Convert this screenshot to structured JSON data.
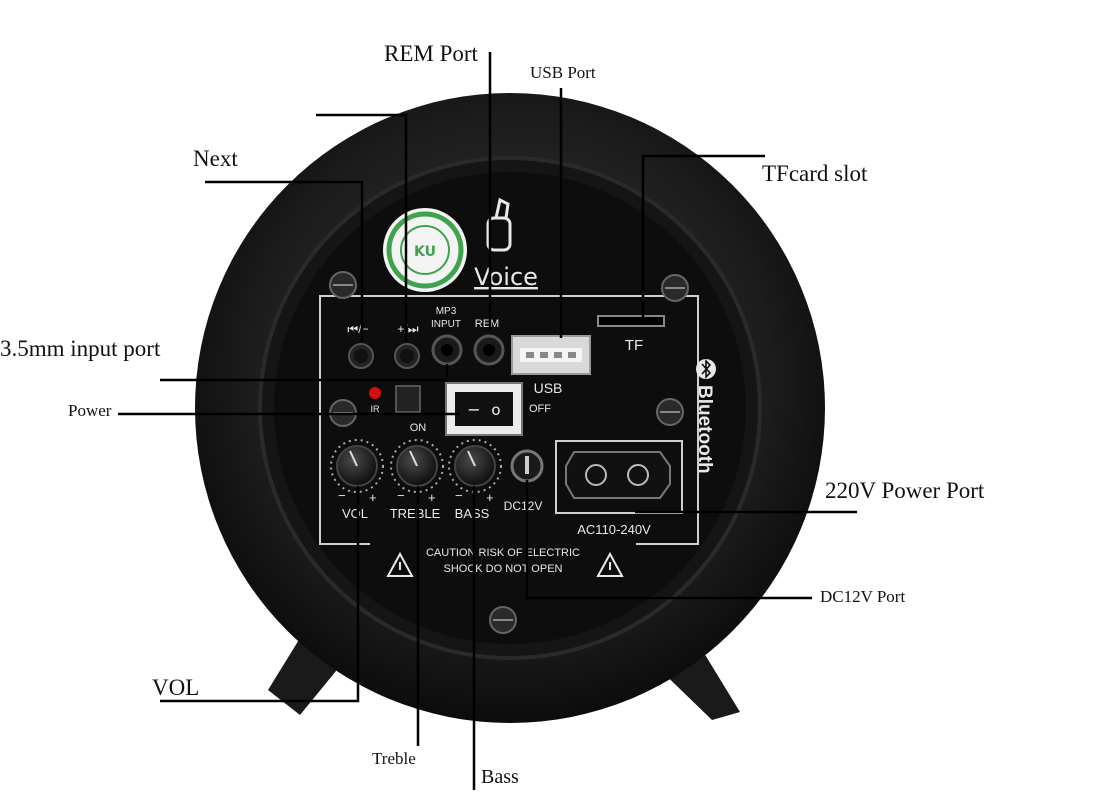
{
  "callouts": {
    "rem_port": "REM Port",
    "usb_port": "USB Port",
    "next": "Next",
    "tfcard_slot": "TFcard slot",
    "input_port": "3.5mm input port",
    "power": "Power",
    "power_port_220v": "220V Power Port",
    "dc12v_port": "DC12V Port",
    "vol": "VOL",
    "treble": "Treble",
    "bass": "Bass"
  },
  "panel": {
    "brand": "Voice",
    "badge": "KU",
    "prev_label": "⏮/−",
    "next_label": "+/⏭",
    "mp3_label": "MP3",
    "input_label": "INPUT",
    "rem_label": "REM",
    "usb_label": "USB",
    "off_label": "OFF",
    "on_label": "ON",
    "ir_label": "IR",
    "tf_label": "TF",
    "bluetooth_label": "Bluetooth",
    "vol_label": "VOL",
    "treble_label": "TREBLE",
    "bass_label": "BASS",
    "minus": "−",
    "plus": "+",
    "dc_label": "DC12V",
    "ac_label": "AC110-240V",
    "warning_line1": "CAUTION RISK OF ELECTRIC",
    "warning_line2": "SHOCK DO NOT OPEN",
    "switch_on_symbol": "−",
    "switch_off_symbol": "o"
  },
  "colors": {
    "speaker_body": "#1a1a1a",
    "panel": "#0d0d0d",
    "panel_text": "#e8e8e8",
    "ir_led": "#d01010",
    "badge_ring": "#3fa34d"
  }
}
